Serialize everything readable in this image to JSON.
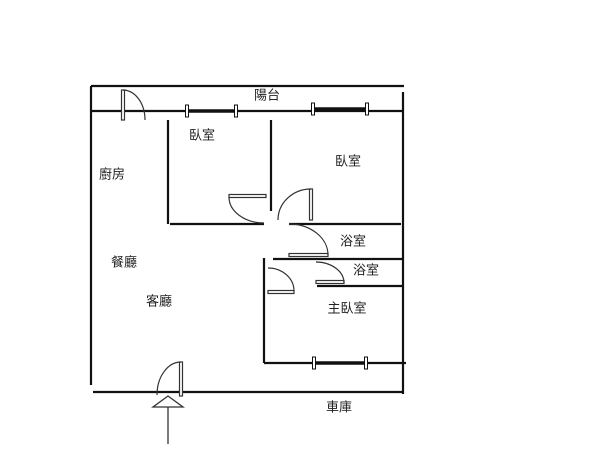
{
  "rooms": {
    "balcony": "陽台",
    "bedroom_1": "臥室",
    "bedroom_2": "臥室",
    "kitchen": "廚房",
    "bathroom_1": "浴室",
    "bathroom_2": "浴室",
    "dining_room": "餐廳",
    "living_room": "客廳",
    "master_bedroom": "主臥室",
    "garage": "車庫"
  },
  "colors": {
    "wall": "#111111",
    "door": "#333333",
    "background": "#ffffff"
  }
}
